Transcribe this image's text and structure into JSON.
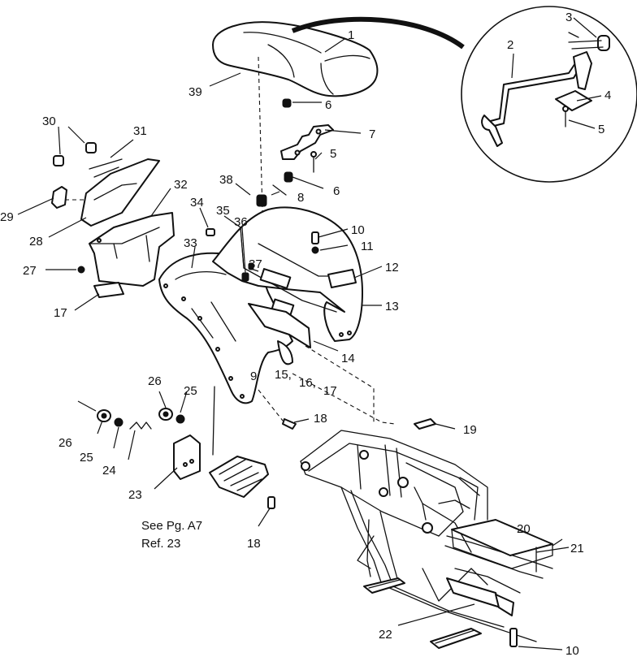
{
  "diagram": {
    "callouts": [
      {
        "id": "c1",
        "text": "1"
      },
      {
        "id": "c2",
        "text": "2"
      },
      {
        "id": "c3",
        "text": "3"
      },
      {
        "id": "c4",
        "text": "4"
      },
      {
        "id": "c5a",
        "text": "5"
      },
      {
        "id": "c5b",
        "text": "5"
      },
      {
        "id": "c6a",
        "text": "6"
      },
      {
        "id": "c6b",
        "text": "6"
      },
      {
        "id": "c7",
        "text": "7"
      },
      {
        "id": "c8",
        "text": "8"
      },
      {
        "id": "c9",
        "text": "9"
      },
      {
        "id": "c10a",
        "text": "10"
      },
      {
        "id": "c10b",
        "text": "10"
      },
      {
        "id": "c11",
        "text": "11"
      },
      {
        "id": "c12",
        "text": "12"
      },
      {
        "id": "c13",
        "text": "13"
      },
      {
        "id": "c14",
        "text": "14"
      },
      {
        "id": "c15",
        "text": "15,"
      },
      {
        "id": "c16",
        "text": "16,"
      },
      {
        "id": "c17a",
        "text": "17"
      },
      {
        "id": "c17b",
        "text": "17"
      },
      {
        "id": "c18a",
        "text": "18"
      },
      {
        "id": "c18b",
        "text": "18"
      },
      {
        "id": "c19",
        "text": "19"
      },
      {
        "id": "c20",
        "text": "20"
      },
      {
        "id": "c21",
        "text": "21"
      },
      {
        "id": "c22",
        "text": "22"
      },
      {
        "id": "c23",
        "text": "23"
      },
      {
        "id": "c24",
        "text": "24"
      },
      {
        "id": "c25a",
        "text": "25"
      },
      {
        "id": "c25b",
        "text": "25"
      },
      {
        "id": "c26a",
        "text": "26"
      },
      {
        "id": "c26b",
        "text": "26"
      },
      {
        "id": "c27",
        "text": "27"
      },
      {
        "id": "c28",
        "text": "28"
      },
      {
        "id": "c29",
        "text": "29"
      },
      {
        "id": "c30",
        "text": "30"
      },
      {
        "id": "c31",
        "text": "31"
      },
      {
        "id": "c32",
        "text": "32"
      },
      {
        "id": "c33",
        "text": "33"
      },
      {
        "id": "c34",
        "text": "34"
      },
      {
        "id": "c35",
        "text": "35"
      },
      {
        "id": "c36",
        "text": "36"
      },
      {
        "id": "c37",
        "text": "37"
      },
      {
        "id": "c38",
        "text": "38"
      },
      {
        "id": "c39",
        "text": "39"
      }
    ],
    "note_line1": "See Pg. A7",
    "note_line2": "Ref. 23"
  }
}
